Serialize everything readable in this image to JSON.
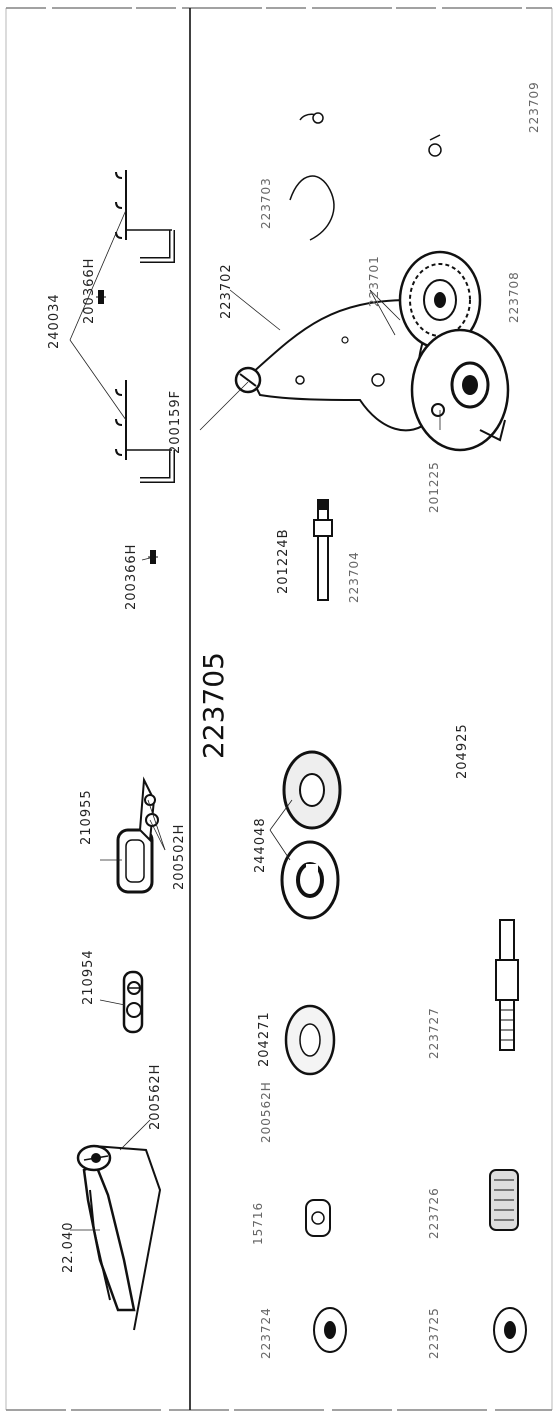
{
  "diagram": {
    "assembly_number": "223705",
    "parts": [
      {
        "id": "p1",
        "label": "22.040"
      },
      {
        "id": "p2",
        "label": "200562H"
      },
      {
        "id": "p3",
        "label": "210954"
      },
      {
        "id": "p4",
        "label": "210955"
      },
      {
        "id": "p5",
        "label": "200502H"
      },
      {
        "id": "p6",
        "label": "200366H"
      },
      {
        "id": "p7",
        "label": "200159F"
      },
      {
        "id": "p8",
        "label": "240034"
      },
      {
        "id": "p9",
        "label": "200366H"
      },
      {
        "id": "p10",
        "label": "223702"
      },
      {
        "id": "p11",
        "label": "223703"
      },
      {
        "id": "p12",
        "label": "204271"
      },
      {
        "id": "p13",
        "label": "244048"
      },
      {
        "id": "p14",
        "label": "201224B"
      },
      {
        "id": "p15",
        "label": "204925"
      },
      {
        "id": "p16",
        "label": "15716"
      }
    ],
    "faint_labels": [
      {
        "id": "f1",
        "label": "223724"
      },
      {
        "id": "f2",
        "label": "223725"
      },
      {
        "id": "f3",
        "label": "223726"
      },
      {
        "id": "f4",
        "label": "223727"
      },
      {
        "id": "f5",
        "label": "200562H"
      },
      {
        "id": "f6",
        "label": "223704"
      },
      {
        "id": "f7",
        "label": "201225"
      },
      {
        "id": "f8",
        "label": "223701"
      },
      {
        "id": "f9",
        "label": "223708"
      },
      {
        "id": "f10",
        "label": "223709"
      }
    ]
  }
}
